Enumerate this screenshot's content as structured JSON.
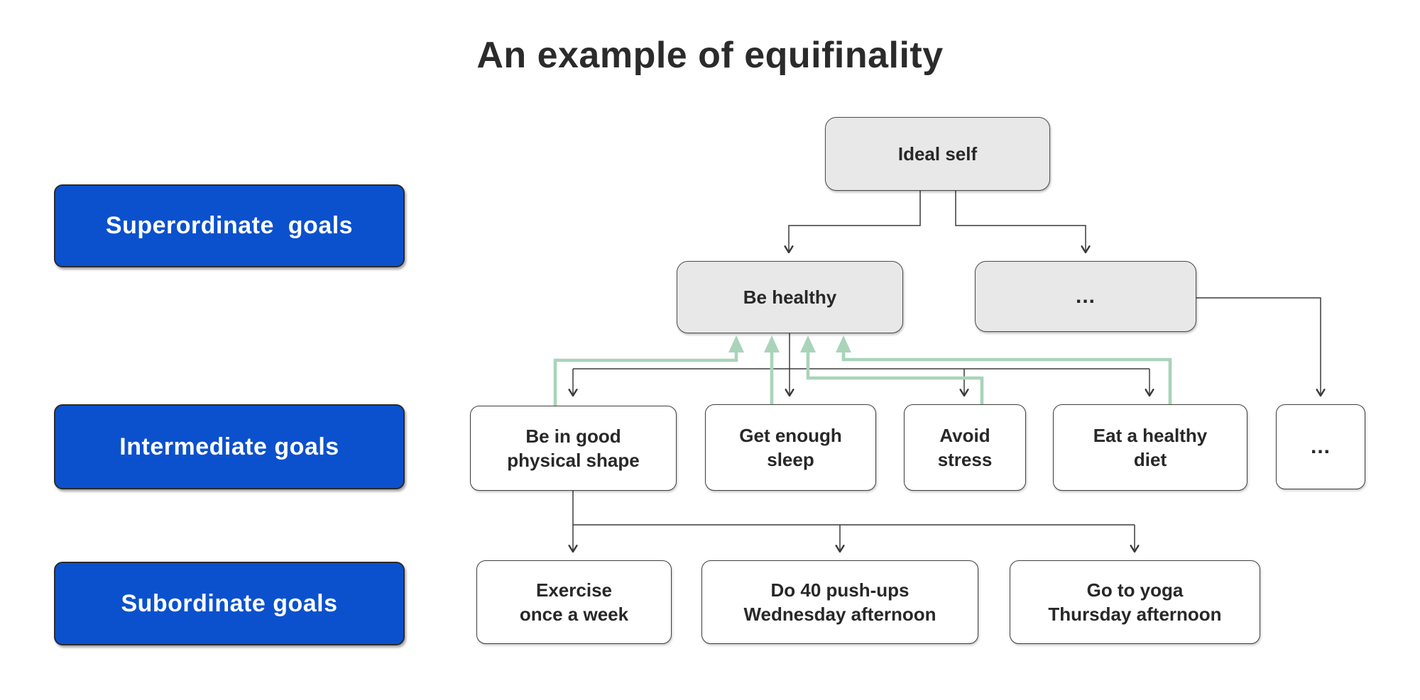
{
  "title": "An example of equifinality",
  "colors": {
    "accent_blue": "#0b51cd",
    "node_gray_fill": "#e8e8e8",
    "connector_dark": "#3a3a3a",
    "connector_green": "#a9d4ba",
    "text_dark": "#282828",
    "label_text": "#ffffff"
  },
  "row_labels": [
    {
      "label": "Superordinate  goals"
    },
    {
      "label": "Intermediate goals"
    },
    {
      "label": "Subordinate goals"
    }
  ],
  "diagram": {
    "root": {
      "label": "Ideal self"
    },
    "superordinate": [
      {
        "label": "Be healthy"
      },
      {
        "label": "..."
      }
    ],
    "intermediate": [
      {
        "label": "Be in good\nphysical shape"
      },
      {
        "label": "Get enough\nsleep"
      },
      {
        "label": "Avoid\nstress"
      },
      {
        "label": "Eat a healthy\ndiet"
      },
      {
        "label": "..."
      }
    ],
    "subordinate": [
      {
        "label": "Exercise\nonce a week"
      },
      {
        "label": "Do 40 push-ups\nWednesday afternoon"
      },
      {
        "label": "Go to yoga\nThursday afternoon"
      }
    ]
  }
}
